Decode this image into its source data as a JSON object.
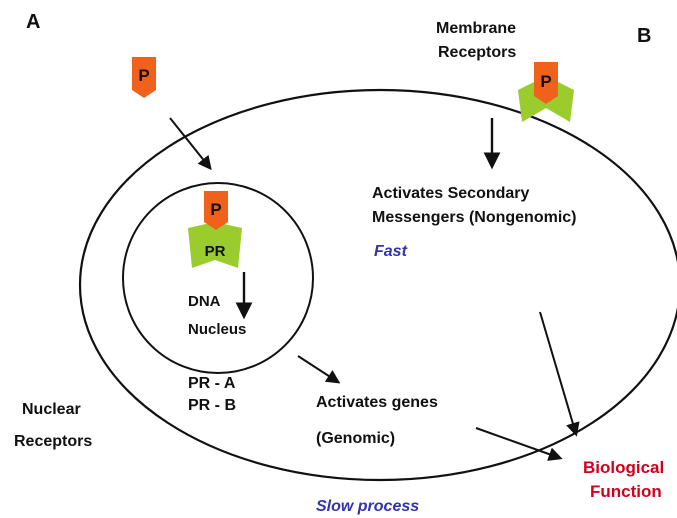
{
  "labels": {
    "panel_a": "A",
    "panel_b": "B",
    "membrane_receptors_line1": "Membrane",
    "membrane_receptors_line2": "Receptors",
    "secondary_line1": "Activates Secondary",
    "secondary_line2": "Messengers (Nongenomic)",
    "fast": "Fast",
    "dna": "DNA",
    "nucleus": "Nucleus",
    "pr_a": "PR - A",
    "pr_b": "PR - B",
    "activates_genes": "Activates genes",
    "genomic": "(Genomic)",
    "nuclear_line1": "Nuclear",
    "nuclear_line2": "Receptors",
    "biological_line1": "Biological",
    "biological_line2": "Function",
    "slow_process": "Slow process"
  },
  "badges": {
    "ligand": "P",
    "receptor": "PR"
  },
  "colors": {
    "ligand_orange": "#f0621c",
    "receptor_green": "#9acc2e",
    "emphasis_blue": "#3333aa",
    "outcome_red": "#d0021b",
    "text_dark": "#111111"
  }
}
